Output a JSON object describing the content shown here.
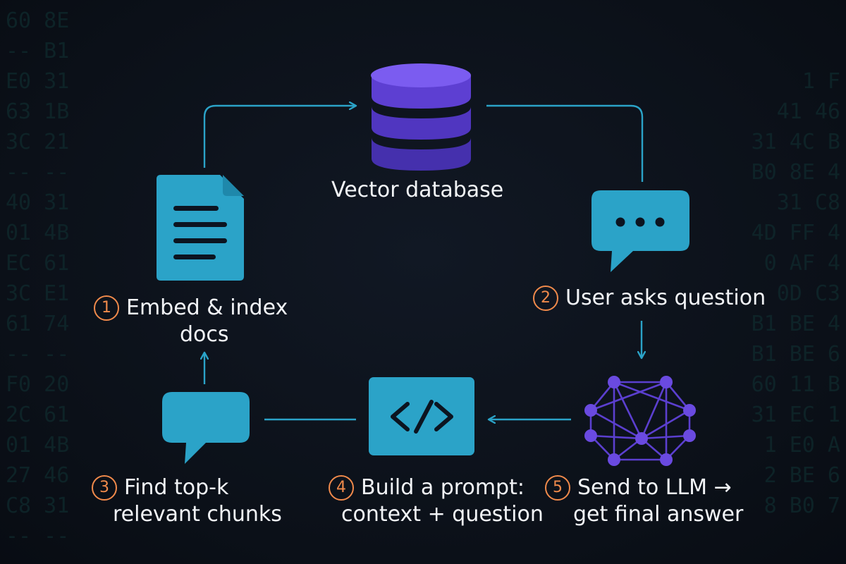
{
  "background_code_rows": [
    {
      "left": "60 8E",
      "right": ""
    },
    {
      "left": "-- B1",
      "right": ""
    },
    {
      "left": "E0 31",
      "right": "1 F"
    },
    {
      "left": "63 1B",
      "right": "41 46"
    },
    {
      "left": "3C 21",
      "right": "31 4C B"
    },
    {
      "left": "-- --",
      "right": "B0 8E 4"
    },
    {
      "left": "40 31",
      "right": "31 C8"
    },
    {
      "left": "01 4B",
      "right": "4D FF 4"
    },
    {
      "left": "EC 61",
      "right": "0 AF 4"
    },
    {
      "left": "3C E1",
      "right": "0D C3"
    },
    {
      "left": "61 74",
      "right": "B1 BE 4"
    },
    {
      "left": "-- --",
      "right": "B1 BE 6"
    },
    {
      "left": "F0 20",
      "right": "60 11 B"
    },
    {
      "left": "2C 61",
      "right": "31 EC 1"
    },
    {
      "left": "01 4B",
      "right": "1 E0 A"
    },
    {
      "left": "27 46",
      "right": "2 BE 6"
    },
    {
      "left": "C8 31",
      "right": "8 B0 7"
    },
    {
      "left": "-- --",
      "right": ""
    }
  ],
  "diagram": {
    "colors": {
      "teal": "#2ba3c8",
      "teal_dark": "#1c87a9",
      "purple": "#5b3fcf",
      "purple_light": "#7c5cf0",
      "orange": "#f08a4b",
      "text": "#f2f4f7"
    },
    "database": {
      "icon": "database-icon",
      "label": "Vector database"
    },
    "steps": [
      {
        "number": "1",
        "icon": "document-icon",
        "lines": [
          "Embed & index",
          "docs"
        ]
      },
      {
        "number": "2",
        "icon": "chat-bubble-icon",
        "lines": [
          "User asks question"
        ]
      },
      {
        "number": "3",
        "icon": "speech-bubble-icon",
        "lines": [
          "Find top-k",
          "relevant chunks"
        ]
      },
      {
        "number": "4",
        "icon": "code-icon",
        "lines": [
          "Build a prompt:",
          "context + question"
        ]
      },
      {
        "number": "5",
        "icon": "neural-network-icon",
        "lines": [
          "Send to LLM →",
          "get final answer"
        ]
      }
    ]
  }
}
